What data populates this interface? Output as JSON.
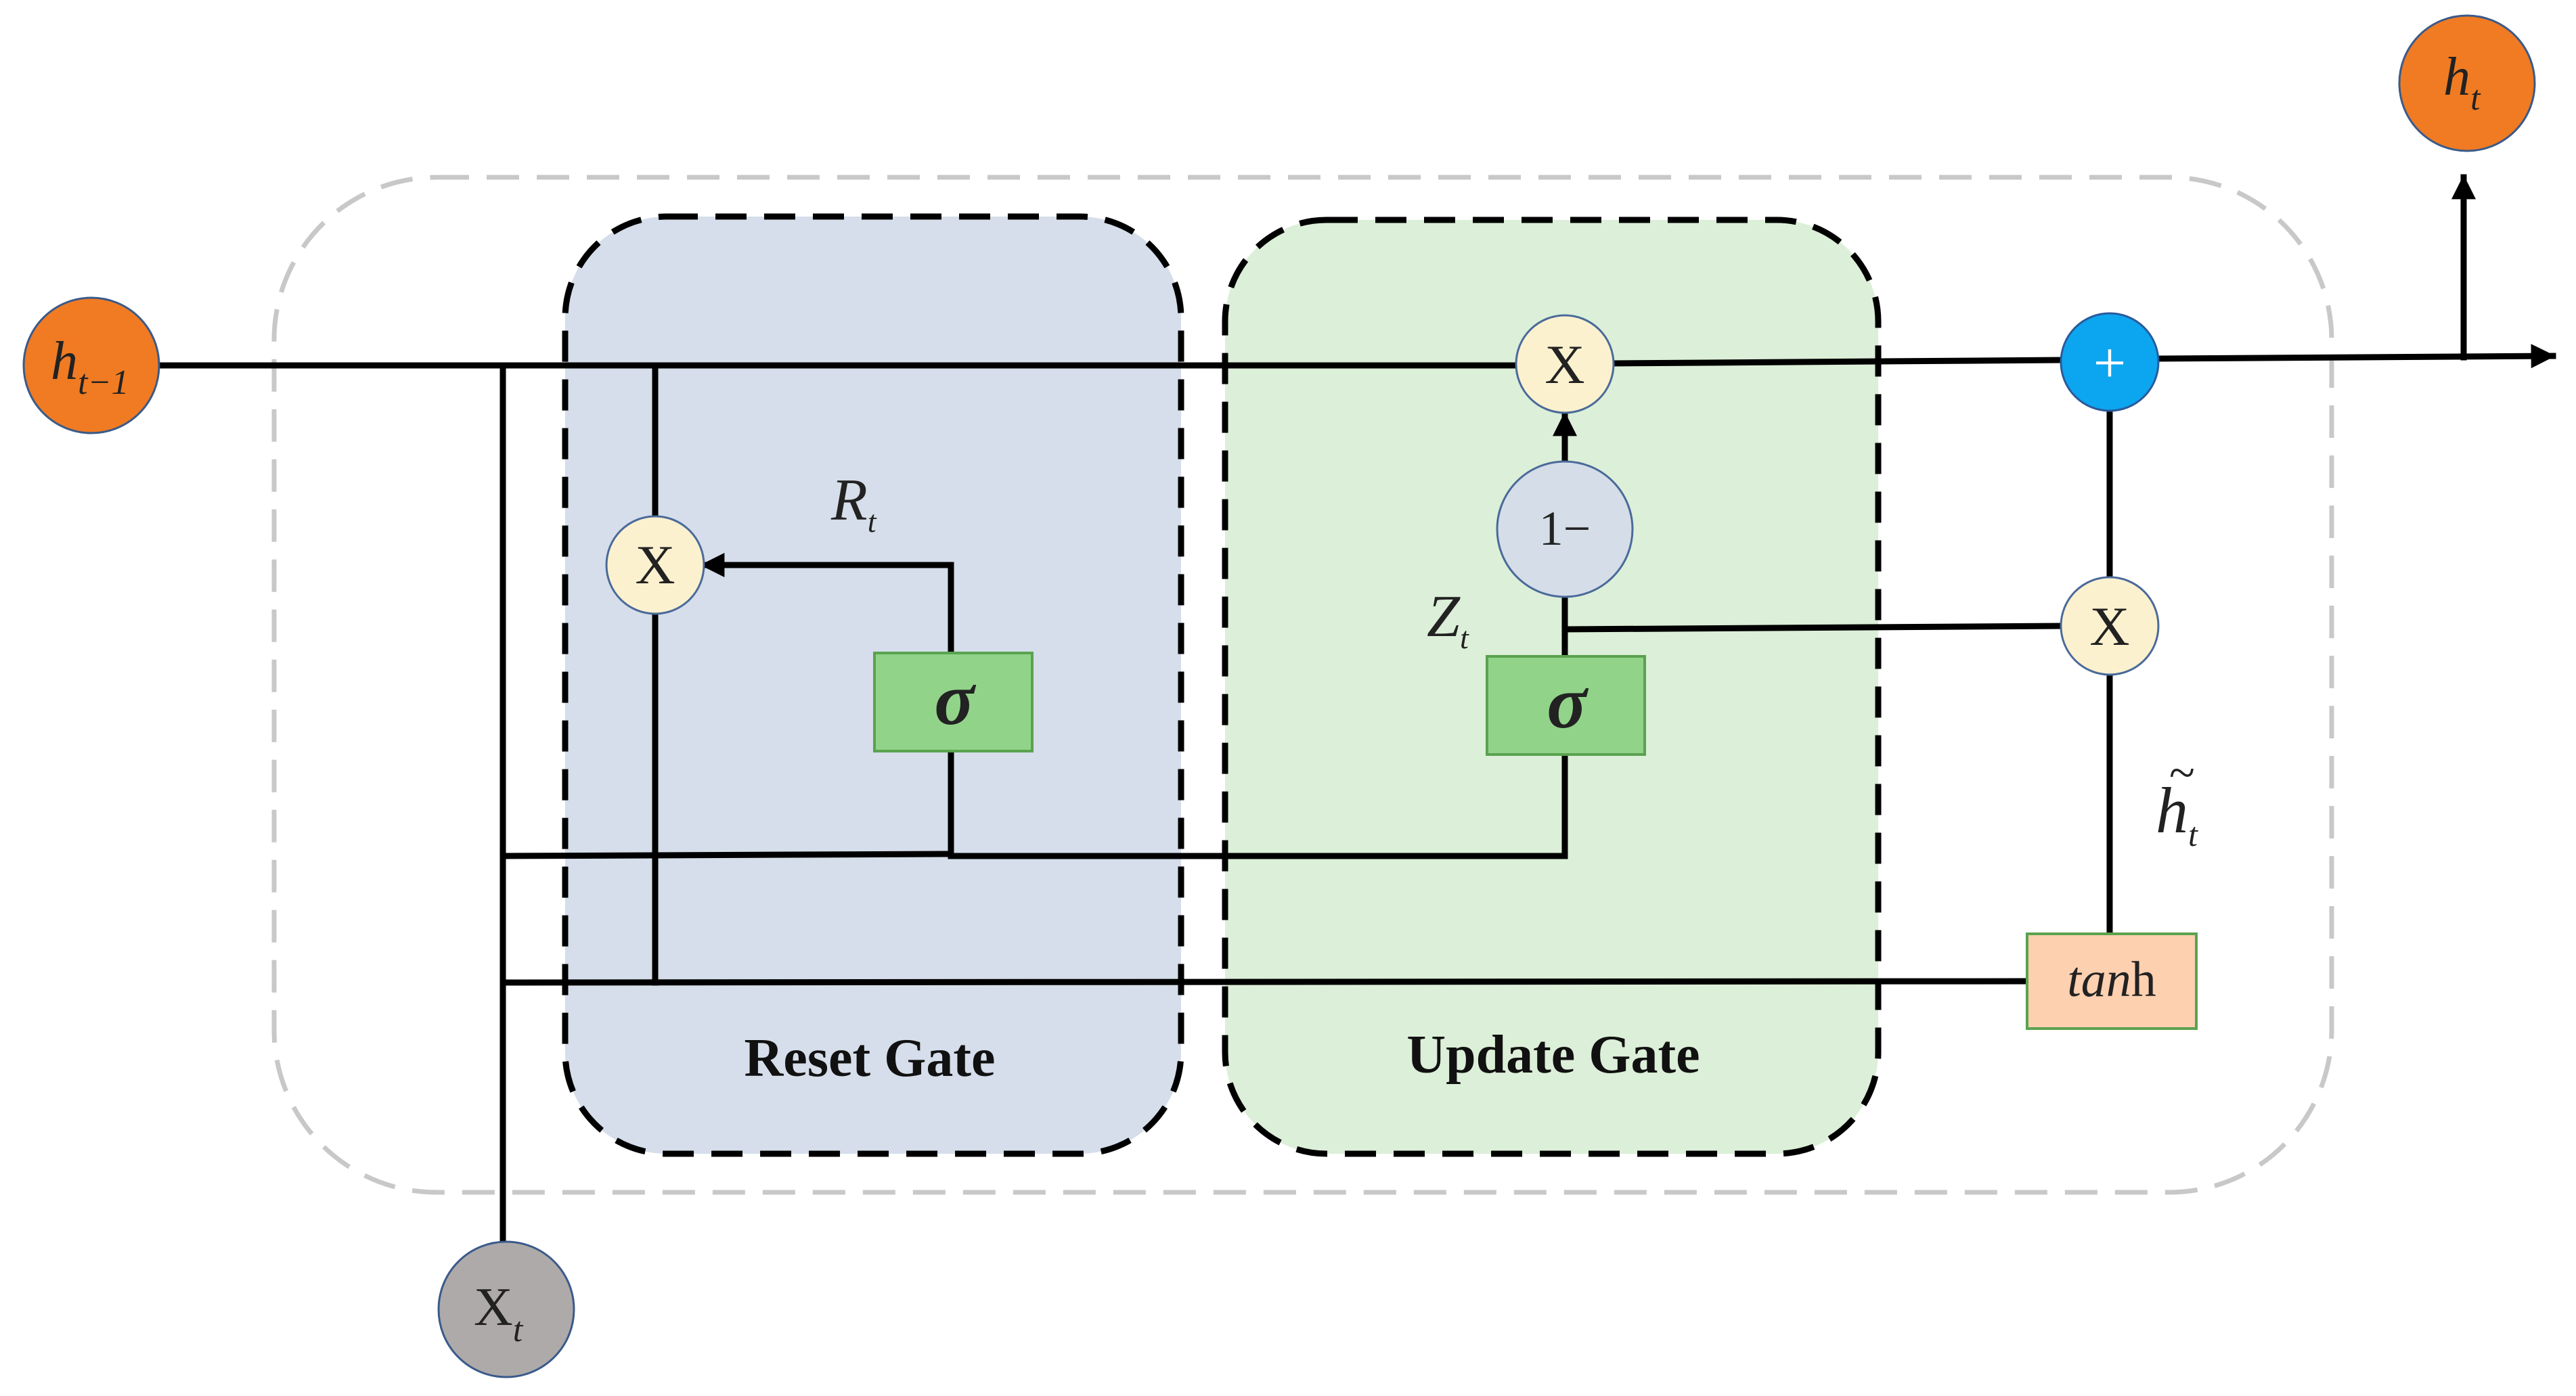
{
  "colors": {
    "reset_gate_fill": "#d5deea",
    "update_gate_fill": "#dcefd8",
    "orange_node": "#f07b22",
    "gray_node": "#aeaaa9",
    "cream_node": "#fcf1cf",
    "one_minus_node": "#d5dde8",
    "plus_node": "#0ca6f0",
    "sigma_box": "#92d38a",
    "tanh_box": "#fdd0b0",
    "outer_border": "#c8c8c8"
  },
  "nodes": {
    "h_prev": {
      "base": "h",
      "sub": "t−1"
    },
    "h_out": {
      "base": "h",
      "sub": "t"
    },
    "x_in": {
      "base": "X",
      "sub": "t"
    },
    "mul_reset": "X",
    "mul_update_top": "X",
    "mul_candidate": "X",
    "one_minus": "1−",
    "plus": "+"
  },
  "labels": {
    "reset_gate": "Reset Gate",
    "update_gate": "Update Gate",
    "r_t": {
      "base": "R",
      "sub": "t"
    },
    "z_t": {
      "base": "Z",
      "sub": "t"
    },
    "h_tilde": {
      "base": "h",
      "tilde": "~",
      "sub": "t"
    }
  },
  "boxes": {
    "sigma_reset": "σ",
    "sigma_update": "σ",
    "tanh": {
      "italic": "tan",
      "regular": "h"
    }
  }
}
